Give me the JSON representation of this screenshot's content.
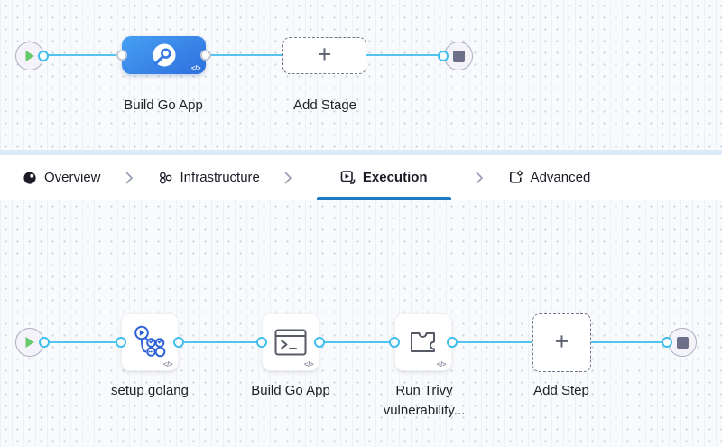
{
  "glyphs": {
    "plus": "+",
    "code_toggle": "</>"
  },
  "colors": {
    "canvas_bg": "#f9fafc",
    "grid_dot": "#c8d0dc",
    "connector_line": "#53c4ee",
    "port_ring": "#3fbdee",
    "active_tab_underline": "#1f7ac6",
    "stage_gradient_start": "#46a0f2",
    "stage_gradient_end": "#2f6fdf",
    "play_green": "#66c96a",
    "stop_gray": "#6e7089",
    "text_dark": "#1c1c28"
  },
  "stage_graph": {
    "start_icon": "play-icon",
    "end_icon": "stop-icon",
    "stage": {
      "label": "Build Go App",
      "icon": "ci-build-stage-icon"
    },
    "add_stage_label": "Add Stage"
  },
  "tabs": {
    "separator_icon": "chevron-right-icon",
    "items": [
      {
        "label": "Overview",
        "icon": "overview-icon",
        "active": false
      },
      {
        "label": "Infrastructure",
        "icon": "infrastructure-icon",
        "active": false
      },
      {
        "label": "Execution",
        "icon": "execution-icon",
        "active": true
      },
      {
        "label": "Advanced",
        "icon": "advanced-icon",
        "active": false
      }
    ]
  },
  "execution_graph": {
    "start_icon": "play-icon",
    "end_icon": "stop-icon",
    "steps": [
      {
        "label": "setup golang",
        "icon": "plugin-pipeline-icon"
      },
      {
        "label": "Build Go App",
        "icon": "terminal-run-icon"
      },
      {
        "label": "Run Trivy vulnerability...",
        "icon": "puzzle-plugin-icon"
      }
    ],
    "add_step_label": "Add Step"
  }
}
